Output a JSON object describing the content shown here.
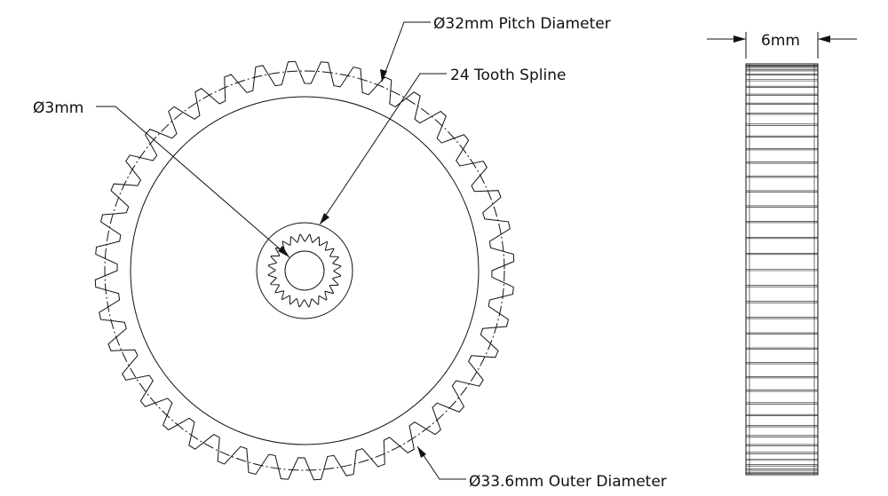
{
  "annotations": {
    "pitch_diameter": "Ø32mm Pitch Diameter",
    "spline": "24 Tooth Spline",
    "bore": "Ø3mm",
    "outer_diameter": "Ø33.6mm Outer Diameter",
    "thickness": "6mm"
  },
  "gear": {
    "tooth_count": 40,
    "spline_tooth_count": 24
  },
  "colors": {
    "line": "#111111",
    "background": "#ffffff"
  }
}
